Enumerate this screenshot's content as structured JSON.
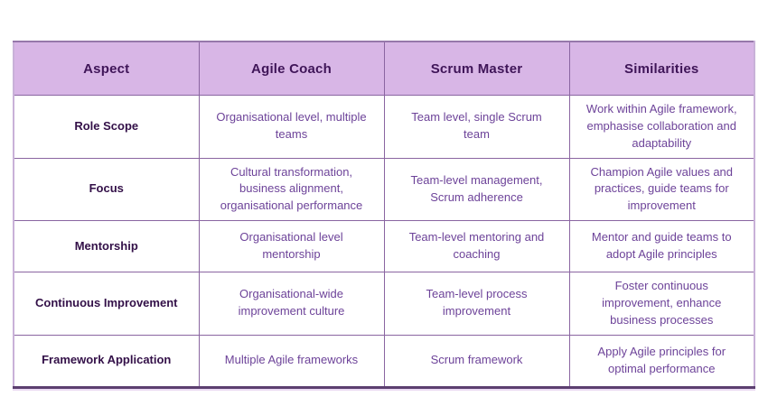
{
  "table": {
    "columns": [
      "Aspect",
      "Agile Coach",
      "Scrum Master",
      "Similarities"
    ],
    "rows": [
      {
        "aspect": "Role Scope",
        "agile_coach": "Organisational level, multiple teams",
        "scrum_master": "Team level, single Scrum team",
        "similarities": "Work within Agile framework, emphasise collaboration and adaptability"
      },
      {
        "aspect": "Focus",
        "agile_coach": "Cultural transformation, business alignment, organisational performance",
        "scrum_master": "Team-level management, Scrum adherence",
        "similarities": "Champion Agile values and practices, guide teams for improvement"
      },
      {
        "aspect": "Mentorship",
        "agile_coach": "Organisational level mentorship",
        "scrum_master": "Team-level mentoring and coaching",
        "similarities": "Mentor and guide teams to adopt Agile principles"
      },
      {
        "aspect": "Continuous Improvement",
        "agile_coach": "Organisational-wide improvement culture",
        "scrum_master": "Team-level process improvement",
        "similarities": "Foster continuous improvement, enhance business processes"
      },
      {
        "aspect": "Framework Application",
        "agile_coach": "Multiple Agile frameworks",
        "scrum_master": "Scrum framework",
        "similarities": "Apply Agile principles for optimal performance"
      }
    ]
  },
  "colors": {
    "header_background": "#d8b6e6",
    "header_text": "#3f1558",
    "body_text": "#6d4399",
    "aspect_text": "#331048",
    "inner_border": "#8a65a1",
    "outer_bottom_border": "#5c3f70",
    "page_background": "#ffffff"
  }
}
